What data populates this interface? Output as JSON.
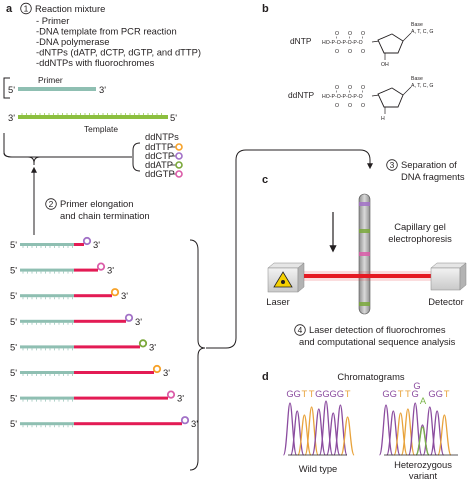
{
  "colors": {
    "primer": "#8fbfb2",
    "template": "#8cbf3f",
    "extension": "#e31b54",
    "ddTTP": "#f7a229",
    "ddCTP": "#a271c7",
    "ddATP": "#7aa83a",
    "ddGTP": "#db5ca8",
    "laser_beam": "#e51b24",
    "trace_G": "#8b4c9f",
    "trace_T": "#e8a33c",
    "trace_A": "#7ab648"
  },
  "panel_a": {
    "letter": "a",
    "step1": {
      "number": "1",
      "title": "Reaction mixture"
    },
    "mixture_items": [
      "- Primer",
      "-DNA template from PCR reaction",
      "-DNA polymerase",
      "-dNTPs (dATP, dCTP, dGTP, and dTTP)",
      "-ddNTPs with fluorochromes"
    ],
    "primer_label": "Primer",
    "template_label": "Template",
    "primer_5": "5'",
    "primer_3": "3'",
    "template_3": "3'",
    "template_5": "5'",
    "ddntps_title": "ddNTPs",
    "ddntps": [
      {
        "label": "ddTTP",
        "color_key": "ddTTP"
      },
      {
        "label": "ddCTP",
        "color_key": "ddCTP"
      },
      {
        "label": "ddATP",
        "color_key": "ddATP"
      },
      {
        "label": "ddGTP",
        "color_key": "ddGTP"
      }
    ],
    "step2": {
      "number": "2",
      "line1": "Primer elongation",
      "line2": "and chain termination"
    },
    "fragments": [
      {
        "five": "5'",
        "three": "3'",
        "extension_units": 0,
        "dye": "ddCTP"
      },
      {
        "five": "5'",
        "three": "3'",
        "extension_units": 1,
        "dye": "ddGTP"
      },
      {
        "five": "5'",
        "three": "3'",
        "extension_units": 2,
        "dye": "ddTTP"
      },
      {
        "five": "5'",
        "three": "3'",
        "extension_units": 3,
        "dye": "ddCTP"
      },
      {
        "five": "5'",
        "three": "3'",
        "extension_units": 4,
        "dye": "ddATP"
      },
      {
        "five": "5'",
        "three": "3'",
        "extension_units": 5,
        "dye": "ddTTP"
      },
      {
        "five": "5'",
        "three": "3'",
        "extension_units": 6,
        "dye": "ddGTP"
      },
      {
        "five": "5'",
        "three": "3'",
        "extension_units": 7,
        "dye": "ddCTP"
      }
    ]
  },
  "panel_b": {
    "letter": "b",
    "dntp_label": "dNTP",
    "ddntp_label": "ddNTP",
    "phosphate_chain": "HO-P-O-P-O-P-O",
    "o_label": "O",
    "base_label": "Base",
    "bases": "A, T, C, G",
    "oh_label": "OH",
    "h_label": "H"
  },
  "panel_c": {
    "letter": "c",
    "step3": {
      "number": "3",
      "line1": "Separation of",
      "line2": "DNA fragments"
    },
    "capillary_line1": "Capillary gel",
    "capillary_line2": "electrophoresis",
    "laser_label": "Laser",
    "detector_label": "Detector",
    "step4": {
      "number": "4",
      "line1": "Laser detection of fluorochromes",
      "line2": "and computational sequence analysis"
    },
    "bands": [
      "ddCTP",
      "ddATP",
      "ddGTP",
      "ddATP"
    ]
  },
  "panel_d": {
    "letter": "d",
    "title": "Chromatograms",
    "wild_type": {
      "sequence": [
        {
          "base": "G",
          "color_key": "trace_G"
        },
        {
          "base": "G",
          "color_key": "trace_G"
        },
        {
          "base": "T",
          "color_key": "trace_T"
        },
        {
          "base": "T",
          "color_key": "trace_T"
        },
        {
          "base": "G",
          "color_key": "trace_G"
        },
        {
          "base": "G",
          "color_key": "trace_G"
        },
        {
          "base": "G",
          "color_key": "trace_G"
        },
        {
          "base": "G",
          "color_key": "trace_G"
        },
        {
          "base": "T",
          "color_key": "trace_T"
        }
      ],
      "label": "Wild type"
    },
    "heterozygous": {
      "sequence": [
        {
          "base": "G",
          "color_key": "trace_G"
        },
        {
          "base": "G",
          "color_key": "trace_G"
        },
        {
          "base": "T",
          "color_key": "trace_T"
        },
        {
          "base": "T",
          "color_key": "trace_T"
        },
        {
          "base": "G",
          "color_key": "trace_G"
        }
      ],
      "variant_top": "G",
      "variant_bottom": "A",
      "sequence_after": [
        {
          "base": "G",
          "color_key": "trace_G"
        },
        {
          "base": "G",
          "color_key": "trace_G"
        },
        {
          "base": "T",
          "color_key": "trace_T"
        }
      ],
      "label_line1": "Heterozygous",
      "label_line2": "variant"
    }
  }
}
